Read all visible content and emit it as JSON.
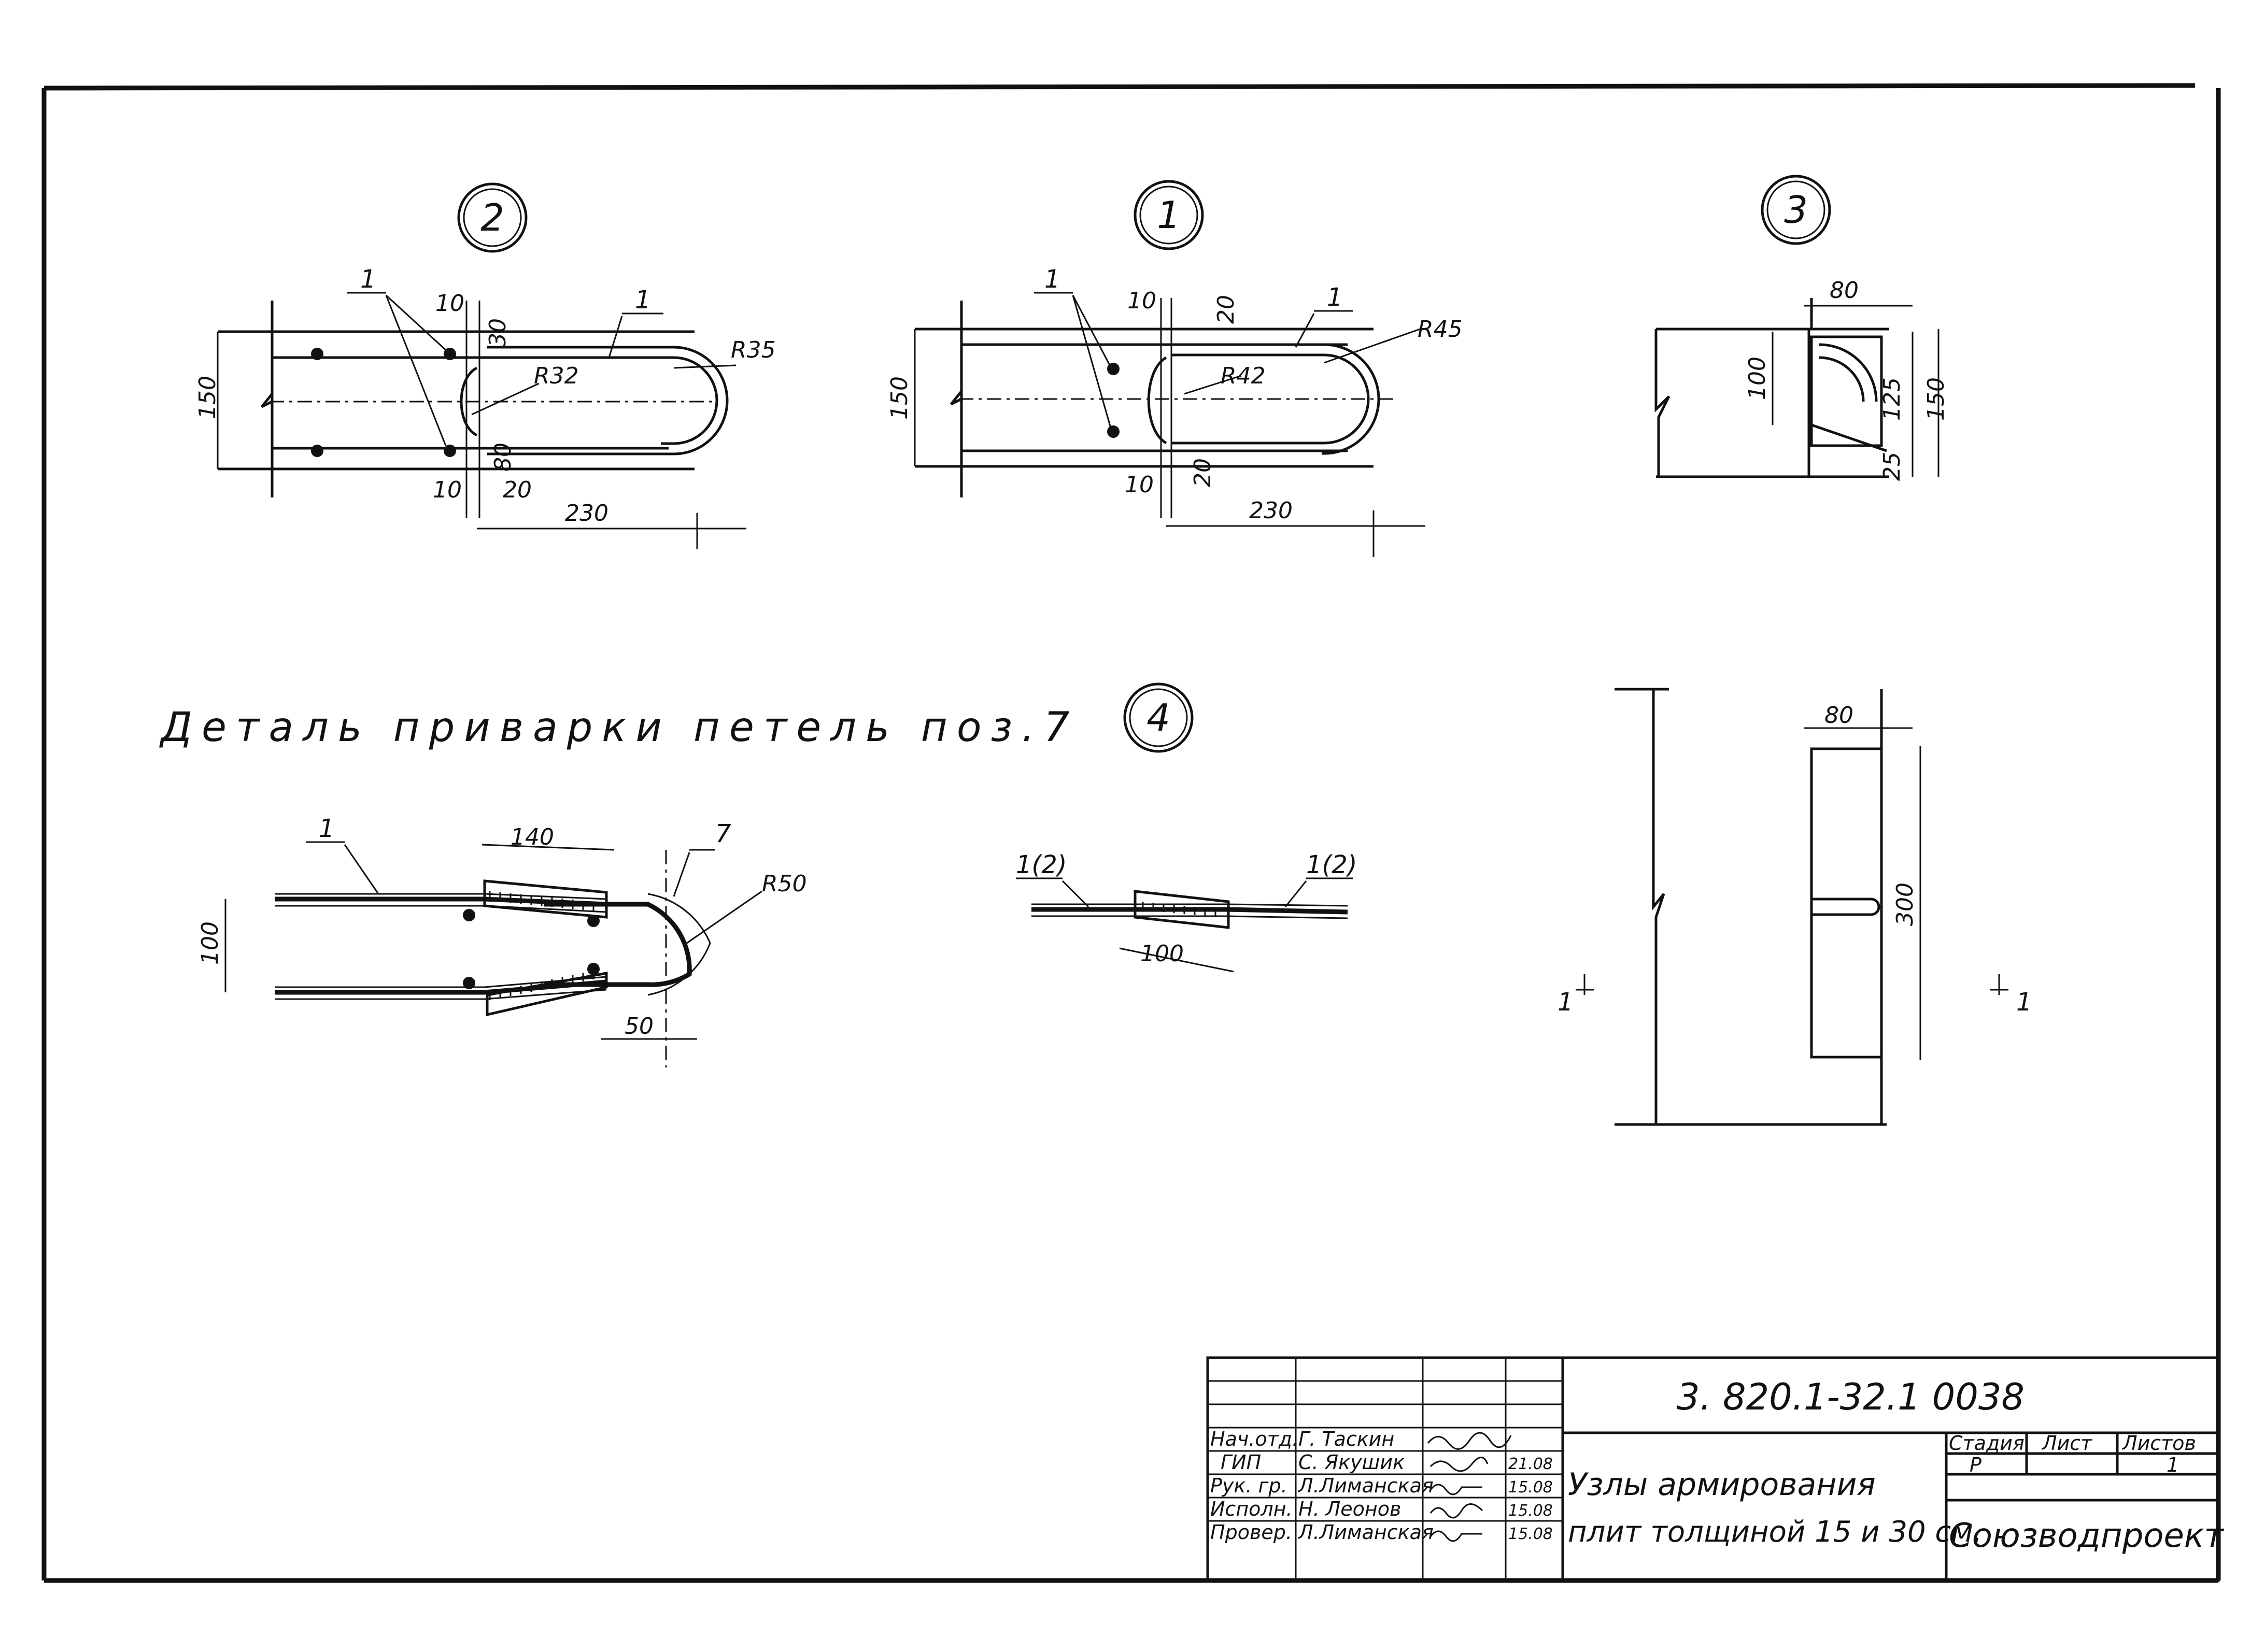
{
  "callouts": {
    "c2": "2",
    "c1": "1",
    "c3": "3",
    "c4": "4"
  },
  "node2": {
    "pos_label": "1",
    "pos_label2": "1",
    "dim_150": "150",
    "dim_10_top": "10",
    "dim_30": "30",
    "dim_r32": "R32",
    "dim_r35": "R35",
    "dim_80": "80",
    "dim_20": "20",
    "dim_10_bot": "10",
    "dim_230": "230"
  },
  "node1": {
    "pos_label": "1",
    "pos_label2": "1",
    "dim_150": "150",
    "dim_10_top": "10",
    "dim_20_top": "20",
    "dim_r42": "R42",
    "dim_r45": "R45",
    "dim_10_bot": "10",
    "dim_20_bot": "20",
    "dim_230": "230"
  },
  "node3": {
    "dim_80": "80",
    "dim_100": "100",
    "dim_125": "125",
    "dim_150": "150",
    "dim_25": "25"
  },
  "detail": {
    "title": "Деталь приварки петель поз.7",
    "pos_1": "1",
    "pos_7": "7",
    "dim_140": "140",
    "dim_r50": "R50",
    "dim_100": "100",
    "dim_50": "50"
  },
  "node4": {
    "lab_left": "1(2)",
    "lab_right": "1(2)",
    "dim_100": "100"
  },
  "section": {
    "dim_80": "80",
    "dim_300": "300",
    "cut_left": "1",
    "cut_right": "1"
  },
  "title_block": {
    "doc_code": "3. 820.1-32.1   0038",
    "roles": [
      "Нач.отд.",
      "ГИП",
      "Рук. гр.",
      "Исполн.",
      "Провер."
    ],
    "names": [
      "Г. Таскин",
      "С. Якушик",
      "Л.Лиманская",
      "Н. Леонов",
      "Л.Лиманская"
    ],
    "dates": [
      "",
      "21.08",
      "15.08",
      "15.08",
      "15.08"
    ],
    "title_line1": "Узлы армирования",
    "title_line2": "плит толщиной 15 и 30 см.",
    "stage_header": "Стадия",
    "sheet_header": "Лист",
    "sheets_header": "Листов",
    "stage_value": "Р",
    "sheet_value": "",
    "sheets_value": "1",
    "org": "Союзводпроект"
  }
}
